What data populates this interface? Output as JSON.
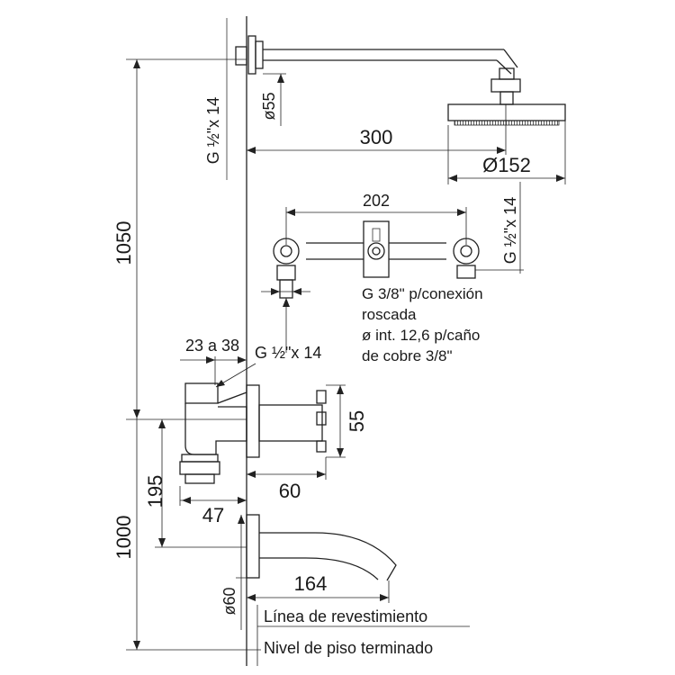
{
  "labels": {
    "height_total": "1050",
    "height_spout": "1000",
    "height_valve_to_spout": "195",
    "shower_arm_length": "300",
    "head_diameter": "Ø152",
    "flange_diameter": "ø55",
    "thread_arm": "G ½\"x 14",
    "bar_width": "202",
    "thread_bar": "G ½\"x 14",
    "connection_note_1": "G 3/8\" p/conexión",
    "connection_note_2": "roscada",
    "connection_note_3": "ø int. 12,6 p/caño",
    "connection_note_4": "de cobre 3/8\"",
    "wall_range": "23 a 38",
    "thread_valve": "G ½\"x 14",
    "valve_height": "55",
    "valve_depth": "60",
    "spout_offset": "47",
    "spout_length": "164",
    "spout_flange": "ø60",
    "wall_line": "Línea de revestimiento",
    "floor_line": "Nivel de piso terminado"
  }
}
